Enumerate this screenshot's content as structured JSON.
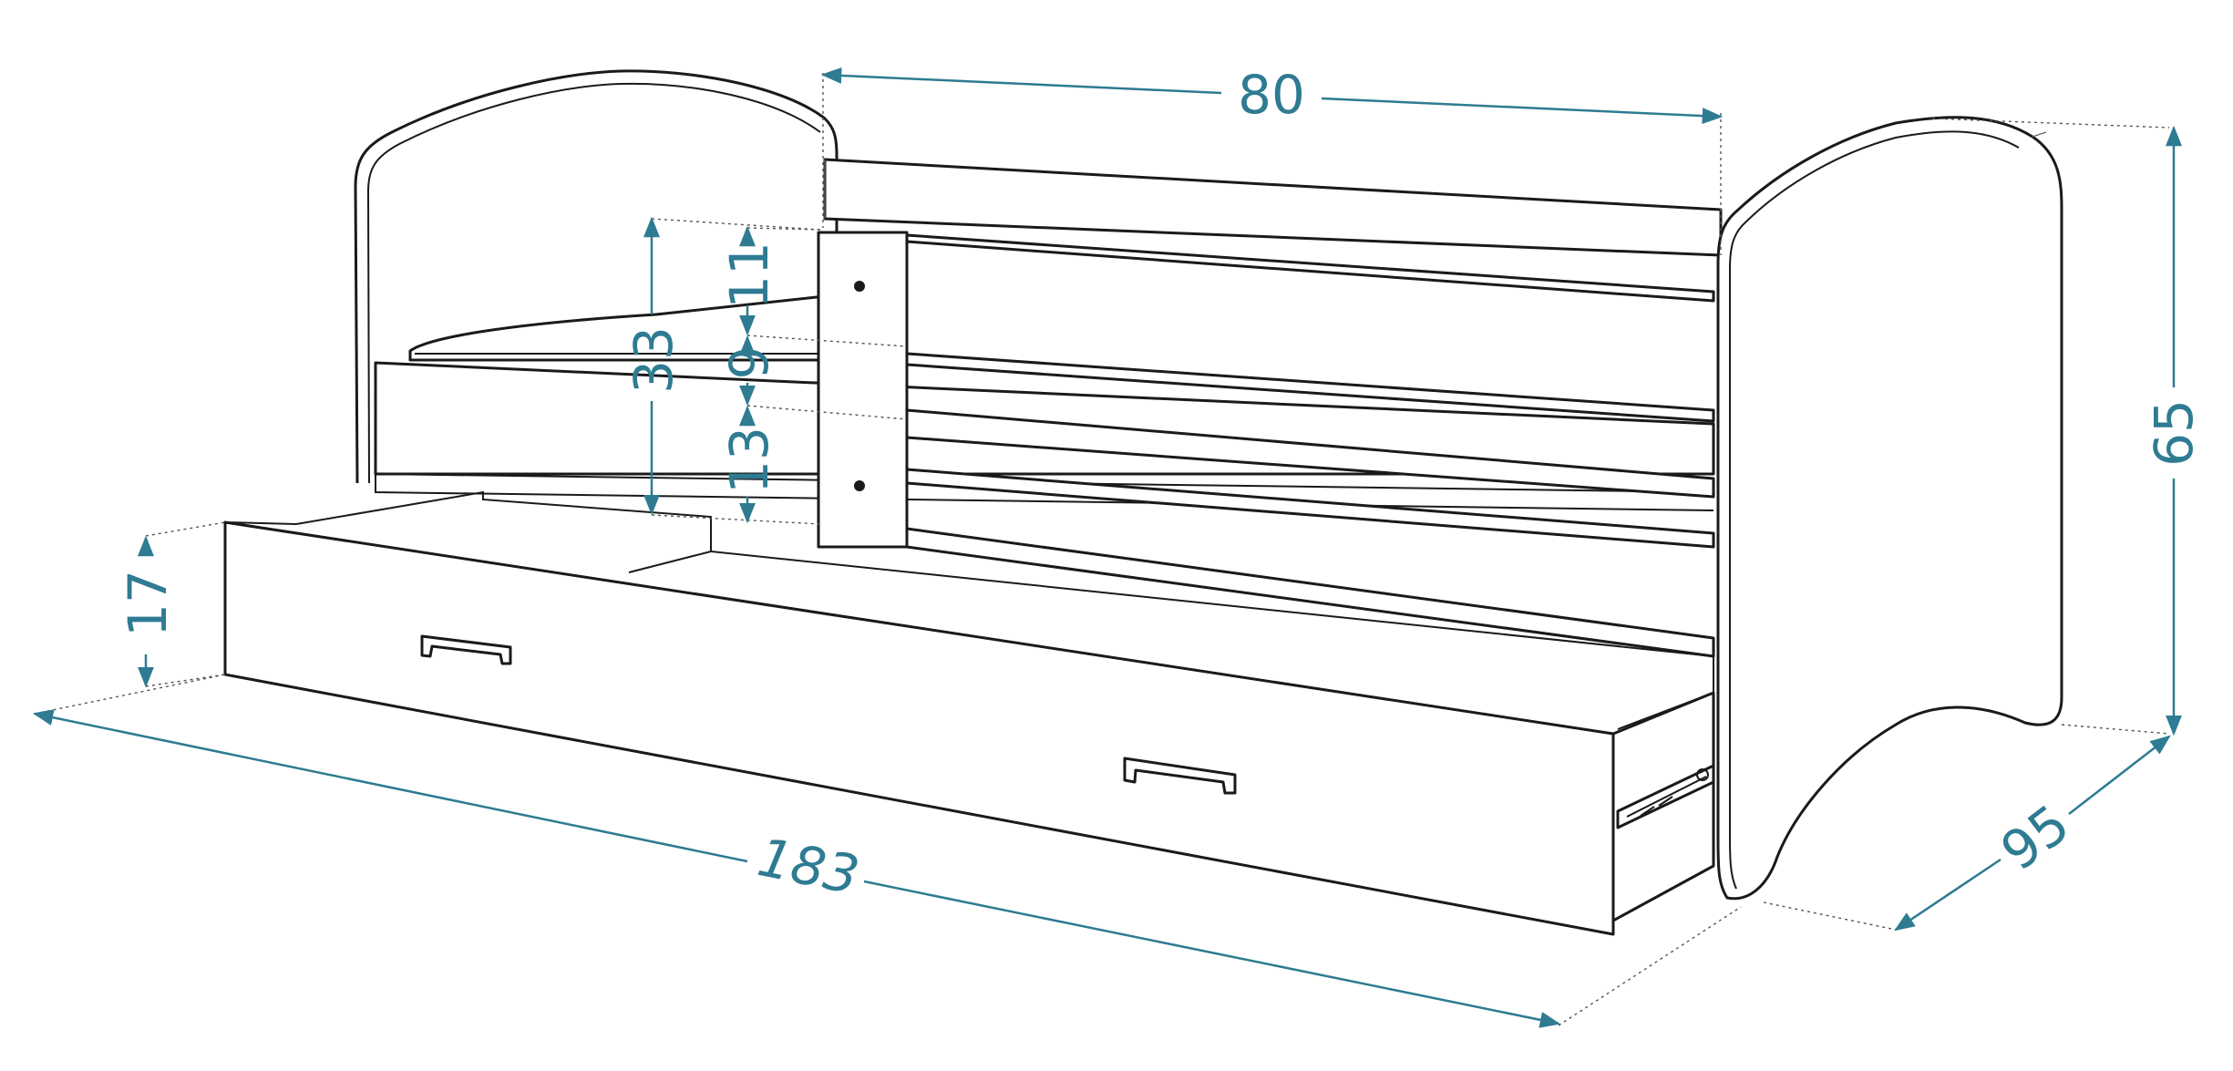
{
  "diagram": {
    "colors": {
      "dimension": "#2e7b92",
      "outline": "#1a1a1a"
    },
    "dimensions": {
      "width_inner": "80",
      "height_total": "65",
      "depth": "95",
      "length": "183",
      "drawer_height": "17",
      "guard_height": "33",
      "guard_top": "11",
      "guard_gap": "9",
      "guard_bottom": "13"
    }
  }
}
